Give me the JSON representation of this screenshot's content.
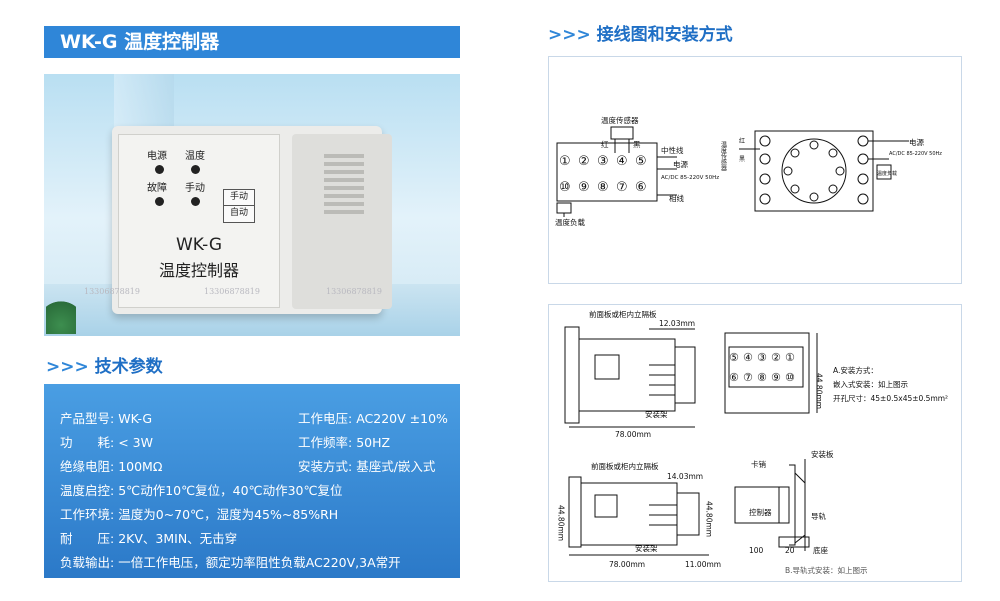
{
  "header": {
    "title": "WK-G 温度控制器"
  },
  "device": {
    "led_power": "电源",
    "led_temp": "温度",
    "led_fault": "故障",
    "led_manual": "手动",
    "btn_manual": "手动",
    "btn_auto": "自动",
    "model": "WK-G",
    "name": "温度控制器",
    "watermark": "13306878819"
  },
  "params": {
    "heading_arrows": ">>>",
    "heading": "技术参数",
    "rows": [
      {
        "label": "产品型号:",
        "value": "WK-G"
      },
      {
        "label": "功　　耗:",
        "value": "< 3W"
      },
      {
        "label": "绝缘电阻:",
        "value": "100MΩ"
      },
      {
        "label": "温度启控:",
        "value": "5℃动作10℃复位，40℃动作30℃复位"
      },
      {
        "label": "工作环境:",
        "value": "温度为0~70℃，湿度为45%~85%RH"
      },
      {
        "label": "耐　　压:",
        "value": "2KV、3MIN、无击穿"
      },
      {
        "label": "负载输出:",
        "value": "一倍工作电压，额定功率阻性负载AC220V,3A常开"
      }
    ],
    "rows_right": [
      {
        "label": "工作电压:",
        "value": "AC220V ±10%"
      },
      {
        "label": "工作频率:",
        "value": "50HZ"
      },
      {
        "label": "安装方式:",
        "value": "基座式/嵌入式"
      }
    ]
  },
  "wiring": {
    "heading_arrows": ">>>",
    "heading": "接线图和安装方式",
    "sensor": "温度传感器",
    "red": "红",
    "black": "黑",
    "neutral": "中性线",
    "power": "电源",
    "voltage": "AC/DC 85-220V  50Hz",
    "phase": "相线",
    "load": "温度负载",
    "top_row": [
      "①",
      "②",
      "③",
      "④",
      "⑤"
    ],
    "bottom_row": [
      "⑩",
      "⑨",
      "⑧",
      "⑦",
      "⑥"
    ],
    "round_power": "电源",
    "round_voltage": "AC/DC 85-220V 50Hz",
    "round_left_label": "温度传感器",
    "round_load": "温度负载",
    "red_s": "红",
    "black_s": "黑"
  },
  "install": {
    "panel": "前面板或柜内立隔板",
    "dim_1203": "12.03mm",
    "bracket": "安装架",
    "dim_78": "78.00mm",
    "dim_4480": "44.80mm",
    "term_top": [
      "⑤",
      "④",
      "③",
      "②",
      "①"
    ],
    "term_bottom": [
      "⑥",
      "⑦",
      "⑧",
      "⑨",
      "⑩"
    ],
    "method_a": "A.安装方式：",
    "embed": "嵌入式安装：如上图示",
    "cutout": "开孔尺寸：45±0.5x45±0.5mm²",
    "panel2": "前面板或柜内立隔板",
    "dim_1403": "14.03mm",
    "dim_44_v": "44.80mm",
    "dim_44_v2": "44.80mm",
    "bracket2": "安装架",
    "dim_78b": "78.00mm",
    "dim_11": "11.00mm",
    "clip": "卡销",
    "plate": "安装板",
    "rail": "导轨",
    "controller": "控制器",
    "base": "底座",
    "dim_100": "100",
    "dim_20": "20",
    "method_b": "B.导轨式安装：如上图示"
  }
}
